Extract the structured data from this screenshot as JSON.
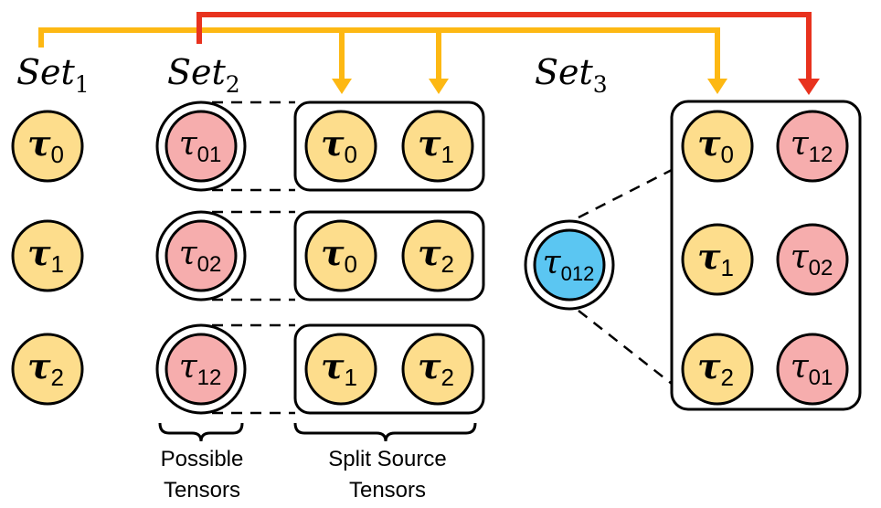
{
  "colors": {
    "yellow_fill": "#FDDD8C",
    "pink_fill": "#F6ADAD",
    "blue_fill": "#5BC6F2",
    "orange_arrow": "#FDB813",
    "red_arrow": "#E8321E",
    "stroke": "#000000"
  },
  "sets": [
    {
      "base": "Set",
      "sub": "1"
    },
    {
      "base": "Set",
      "sub": "2"
    },
    {
      "base": "Set",
      "sub": "3"
    }
  ],
  "set1_nodes": [
    {
      "sym": "τ",
      "sub": "0",
      "style": "bold",
      "fill": "yellow"
    },
    {
      "sym": "τ",
      "sub": "1",
      "style": "bold",
      "fill": "yellow"
    },
    {
      "sym": "τ",
      "sub": "2",
      "style": "bold",
      "fill": "yellow"
    }
  ],
  "set2_nodes": [
    {
      "sym": "τ",
      "sub": "01",
      "style": "script",
      "fill": "pink",
      "ring": true
    },
    {
      "sym": "τ",
      "sub": "02",
      "style": "script",
      "fill": "pink",
      "ring": true
    },
    {
      "sym": "τ",
      "sub": "12",
      "style": "script",
      "fill": "pink",
      "ring": true
    }
  ],
  "split_pairs": [
    [
      {
        "sym": "τ",
        "sub": "0",
        "style": "bold",
        "fill": "yellow"
      },
      {
        "sym": "τ",
        "sub": "1",
        "style": "bold",
        "fill": "yellow"
      }
    ],
    [
      {
        "sym": "τ",
        "sub": "0",
        "style": "bold",
        "fill": "yellow"
      },
      {
        "sym": "τ",
        "sub": "2",
        "style": "bold",
        "fill": "yellow"
      }
    ],
    [
      {
        "sym": "τ",
        "sub": "1",
        "style": "bold",
        "fill": "yellow"
      },
      {
        "sym": "τ",
        "sub": "2",
        "style": "bold",
        "fill": "yellow"
      }
    ]
  ],
  "set3_node": {
    "sym": "τ",
    "sub": "012",
    "style": "script",
    "fill": "blue",
    "ring": true
  },
  "set3_splits": [
    [
      {
        "sym": "τ",
        "sub": "0",
        "style": "bold",
        "fill": "yellow"
      },
      {
        "sym": "τ",
        "sub": "12",
        "style": "script",
        "fill": "pink"
      }
    ],
    [
      {
        "sym": "τ",
        "sub": "1",
        "style": "bold",
        "fill": "yellow"
      },
      {
        "sym": "τ",
        "sub": "02",
        "style": "script",
        "fill": "pink"
      }
    ],
    [
      {
        "sym": "τ",
        "sub": "2",
        "style": "bold",
        "fill": "yellow"
      },
      {
        "sym": "τ",
        "sub": "01",
        "style": "script",
        "fill": "pink"
      }
    ]
  ],
  "captions": {
    "possible": [
      "Possible",
      "Tensors"
    ],
    "split": [
      "Split Source",
      "Tensors"
    ]
  }
}
